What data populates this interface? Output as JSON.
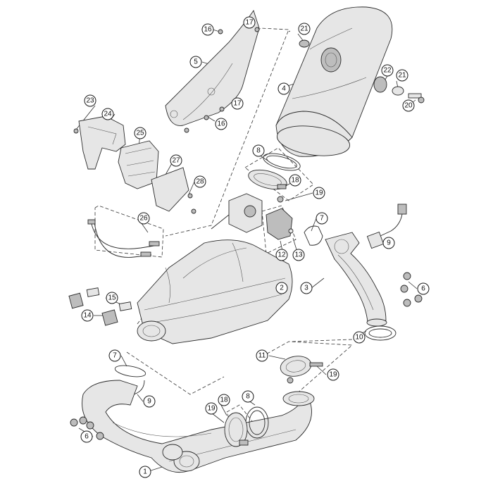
{
  "callouts": [
    {
      "id": "c16a",
      "label": "16"
    },
    {
      "id": "c17a",
      "label": "17"
    },
    {
      "id": "c21a",
      "label": "21"
    },
    {
      "id": "c5",
      "label": "5"
    },
    {
      "id": "c4",
      "label": "4"
    },
    {
      "id": "c22",
      "label": "22"
    },
    {
      "id": "c21b",
      "label": "21"
    },
    {
      "id": "c20",
      "label": "20"
    },
    {
      "id": "c23",
      "label": "23"
    },
    {
      "id": "c24",
      "label": "24"
    },
    {
      "id": "c17b",
      "label": "17"
    },
    {
      "id": "c16b",
      "label": "16"
    },
    {
      "id": "c25",
      "label": "25"
    },
    {
      "id": "c8a",
      "label": "8"
    },
    {
      "id": "c27",
      "label": "27"
    },
    {
      "id": "c18a",
      "label": "18"
    },
    {
      "id": "c19a",
      "label": "19"
    },
    {
      "id": "c28",
      "label": "28"
    },
    {
      "id": "c26",
      "label": "26"
    },
    {
      "id": "c7a",
      "label": "7"
    },
    {
      "id": "c12",
      "label": "12"
    },
    {
      "id": "c13",
      "label": "13"
    },
    {
      "id": "c9a",
      "label": "9"
    },
    {
      "id": "c2",
      "label": "2"
    },
    {
      "id": "c3",
      "label": "3"
    },
    {
      "id": "c6a",
      "label": "6"
    },
    {
      "id": "c15",
      "label": "15"
    },
    {
      "id": "c14",
      "label": "14"
    },
    {
      "id": "c10",
      "label": "10"
    },
    {
      "id": "c11",
      "label": "11"
    },
    {
      "id": "c19b",
      "label": "19"
    },
    {
      "id": "c7b",
      "label": "7"
    },
    {
      "id": "c9b",
      "label": "9"
    },
    {
      "id": "c8b",
      "label": "8"
    },
    {
      "id": "c18b",
      "label": "18"
    },
    {
      "id": "c19c",
      "label": "19"
    },
    {
      "id": "c6b",
      "label": "6"
    },
    {
      "id": "c1",
      "label": "1"
    }
  ],
  "colors": {
    "line": "#2b2b2b",
    "part_fill": "#e6e6e6",
    "part_shade": "#bdbdbd",
    "background": "#ffffff"
  }
}
